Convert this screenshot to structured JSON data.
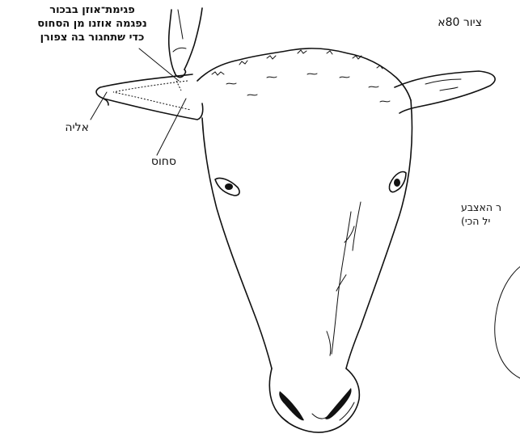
{
  "figure": {
    "number": "ציור 80א"
  },
  "captions": {
    "main_lines": [
      "פגימת־אוזן בבכור",
      "נפגמה אוזנו מן הסחוס",
      "כדי שתחגור בה צפורן"
    ],
    "side_lines": [
      "ר האצבע",
      "יל הכי)"
    ]
  },
  "labels": {
    "aliyah": "אליה",
    "sehus": "סחוס"
  }
}
